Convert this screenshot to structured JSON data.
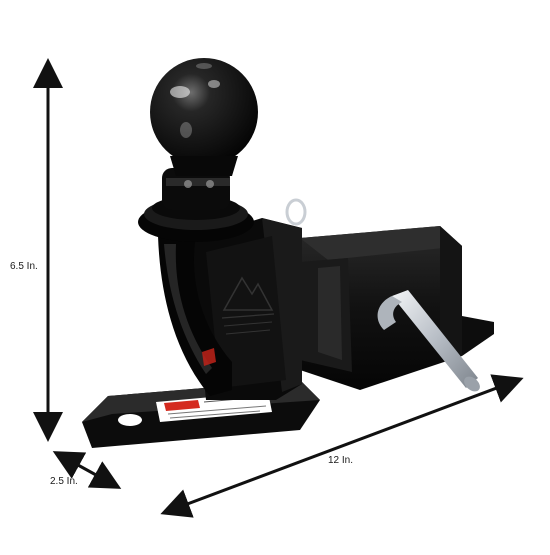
{
  "dimensions": {
    "height_label": "6.5 In.",
    "depth_label": "2.5 In.",
    "length_label": "12 In."
  },
  "colors": {
    "background": "#ffffff",
    "hitch_black": "#0b0b0b",
    "hitch_highlight": "#5a5a5a",
    "pin_silver": "#c9ced4",
    "arrow": "#111111",
    "warning_label_red": "#d42a1f"
  },
  "icons": {
    "hitch_logo": "mountain-logo-icon"
  }
}
